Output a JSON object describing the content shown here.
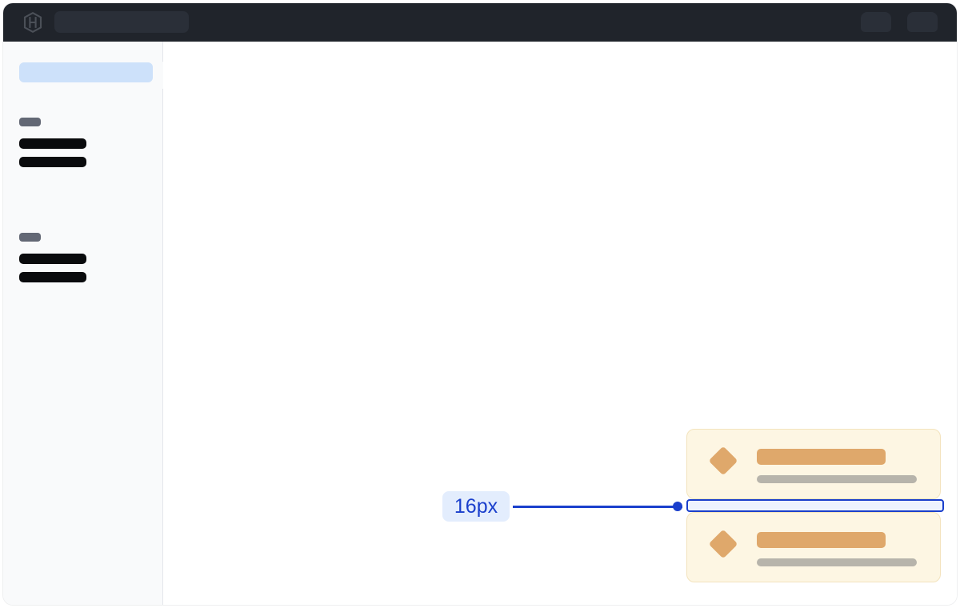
{
  "app": {
    "name": "design-inspector-canvas",
    "background_color": "#ffffff"
  },
  "header": {
    "background_color": "#20242b",
    "logo_icon": "hexagon-h-logo-icon",
    "logo_label": "",
    "search": {
      "icon": "search-icon",
      "value": "",
      "placeholder": ""
    },
    "actions": [
      {
        "name": "header-pill-1",
        "label": ""
      },
      {
        "name": "header-pill-2",
        "label": ""
      }
    ]
  },
  "sidebar": {
    "background_color": "#f9fafb",
    "active_item": {
      "label": "",
      "highlight_color": "#cde1fa"
    },
    "collapse_handle": {
      "icon": "chevron-left-icon",
      "label": ""
    },
    "groups": [
      {
        "label": "",
        "items": [
          {
            "label": ""
          },
          {
            "label": ""
          }
        ]
      },
      {
        "label": "",
        "items": [
          {
            "label": ""
          },
          {
            "label": ""
          }
        ]
      }
    ]
  },
  "main": {
    "cards": [
      {
        "icon": "diamond-icon",
        "icon_color": "#dfa86b",
        "title": "",
        "subtitle": "",
        "background_color": "#fdf6e3",
        "border_color": "#f3e3bd"
      },
      {
        "icon": "diamond-icon",
        "icon_color": "#dfa86b",
        "title": "",
        "subtitle": "",
        "background_color": "#fdf6e3",
        "border_color": "#f3e3bd"
      }
    ],
    "measurement": {
      "value": "16px",
      "accent_color": "#1a3fcc",
      "label_background": "#e3edfd",
      "gap_fill": "#eef3fe",
      "connector_endpoint": "dot"
    }
  }
}
